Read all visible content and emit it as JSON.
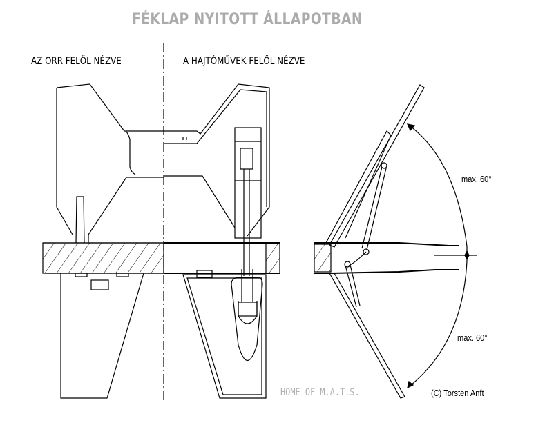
{
  "title": "FÉKLAP NYITOTT ÁLLAPOTBAN",
  "labels": {
    "front_view": "AZ ORR FELŐL NÉZVE",
    "rear_view": "A HAJTÓMŰVEK FELŐL NÉZVE"
  },
  "side_view": {
    "upper_angle": "max. 60°",
    "lower_angle": "max. 60°"
  },
  "watermark": "HOME OF M.A.T.S.",
  "copyright": "(C) Torsten Anft",
  "colors": {
    "title": "#ababab",
    "lines": "#000000"
  }
}
